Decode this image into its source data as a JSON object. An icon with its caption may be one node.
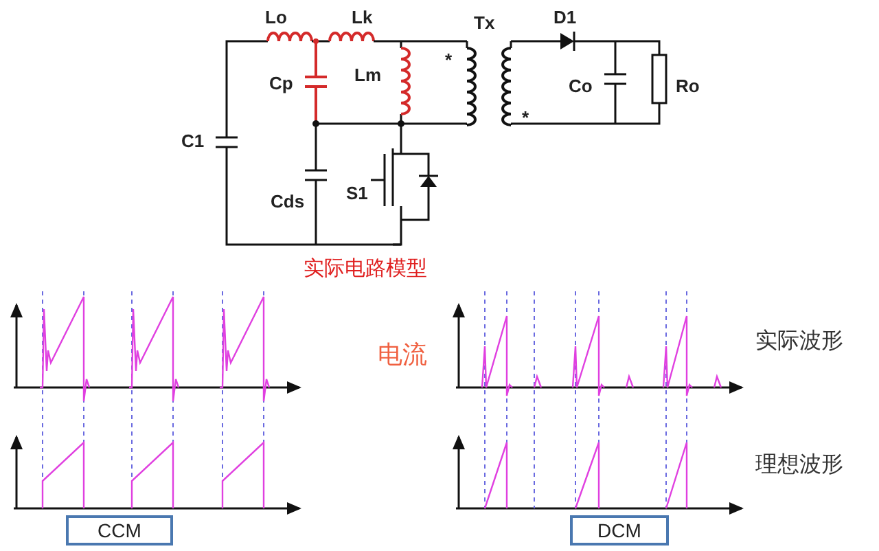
{
  "diagram": {
    "nodes": [
      {
        "text": [
          "CCM"
        ]
      },
      {
        "text": [
          "DCM"
        ]
      }
    ],
    "edges": [],
    "labels": [
      "Lo",
      "Lk",
      "Tx",
      "D1",
      "Cp",
      "Lm",
      "Co",
      "Ro",
      "C1",
      "Cds",
      "S1",
      "实际电路模型",
      "电流",
      "实际波形",
      "理想波形",
      "*",
      "*"
    ]
  }
}
